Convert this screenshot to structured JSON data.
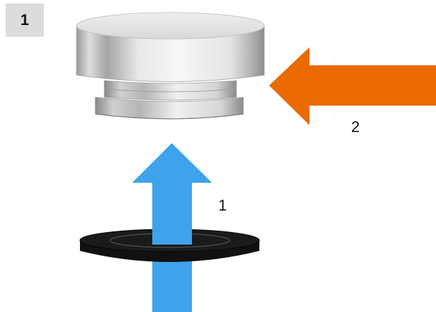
{
  "step": {
    "number": "1"
  },
  "callouts": {
    "seal_label": "1",
    "cap_label": "2"
  },
  "colors": {
    "badge_background": "#dcdcdc",
    "blue_arrow": "#3ea3ea",
    "orange_arrow": "#ec6b00",
    "seal_ring": "#151515",
    "cap_metal_light": "#f2f2f2",
    "cap_metal_dark": "#8c8c8c"
  },
  "icons": {
    "blue_arrow": "up-arrow-icon",
    "orange_arrow": "left-arrow-icon"
  }
}
